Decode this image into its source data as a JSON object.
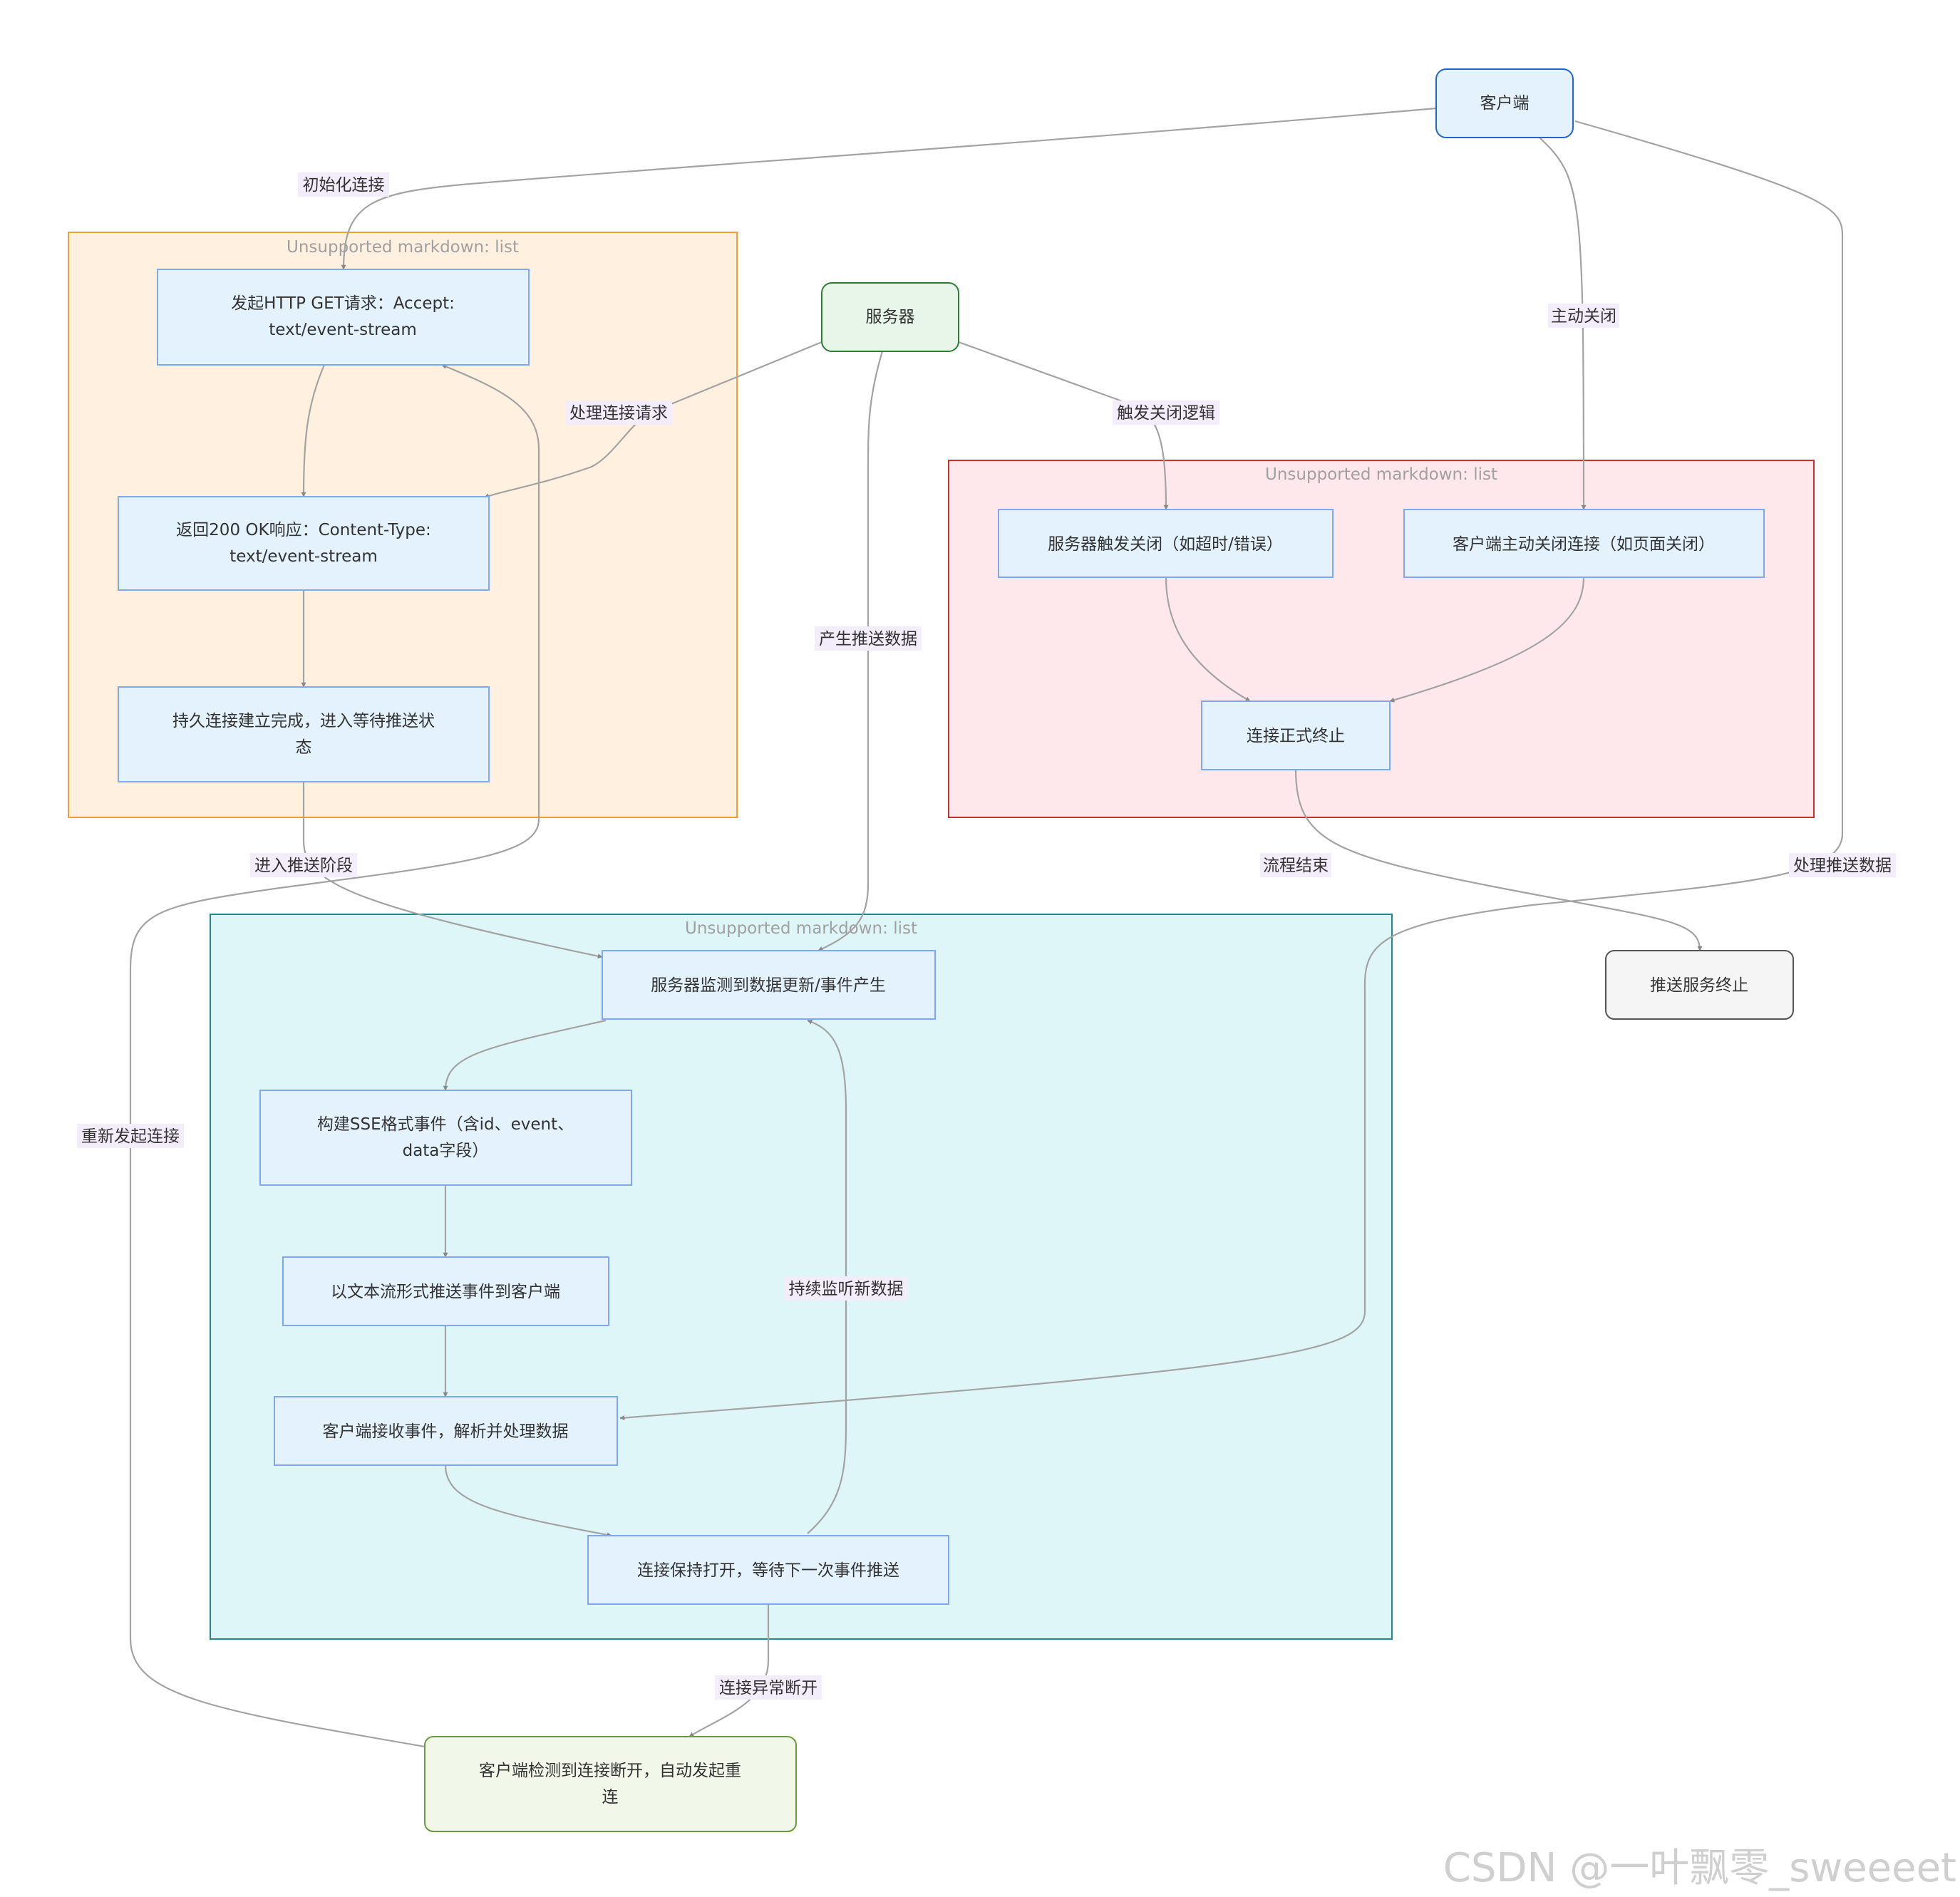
{
  "nodes": {
    "client": "客户端",
    "server": "服务器",
    "req": [
      "发起HTTP GET请求：Accept:",
      "text/event-stream"
    ],
    "resp": [
      "返回200 OK响应：Content-Type:",
      "text/event-stream"
    ],
    "persist": [
      "持久连接建立完成，进入等待推送状",
      "态"
    ],
    "srvclose": "服务器触发关闭（如超时/错误）",
    "cliclose": "客户端主动关闭连接（如页面关闭）",
    "term": "连接正式终止",
    "detect": "服务器监测到数据更新/事件产生",
    "build": [
      "构建SSE格式事件（含id、event、",
      "data字段）"
    ],
    "push": "以文本流形式推送事件到客户端",
    "recv": "客户端接收事件，解析并处理数据",
    "keep": "连接保持打开，等待下一次事件推送",
    "end": "推送服务终止",
    "reconnect": [
      "客户端检测到连接断开，自动发起重",
      "连"
    ]
  },
  "groups": {
    "g1": "Unsupported markdown: list",
    "g2": "Unsupported markdown: list",
    "g3": "Unsupported markdown: list"
  },
  "edge_labels": {
    "init": "初始化连接",
    "handle": "处理连接请求",
    "trigger": "触发关闭逻辑",
    "active_close": "主动关闭",
    "produce": "产生推送数据",
    "enter": "进入推送阶段",
    "flow_end": "流程结束",
    "process": "处理推送数据",
    "relaunch": "重新发起连接",
    "listen": "持续监听新数据",
    "abnormal": "连接异常断开"
  },
  "watermark": "CSDN @一叶飘零_sweeeet",
  "colors": {
    "group_orange_fill": "#fff0df",
    "group_orange_stroke": "#f0a030",
    "group_red_fill": "#ffe8ec",
    "group_red_stroke": "#cc3030",
    "group_cyan_fill": "#dff6f9",
    "group_cyan_stroke": "#208890",
    "node_blue_fill": "#e3f2fd",
    "node_blue_stroke": "#7fa8f0",
    "client_stroke": "#2266cc",
    "server_fill": "#e8f5e9",
    "server_stroke": "#2e7d32",
    "end_fill": "#f5f5f5",
    "end_stroke": "#555555",
    "reconnect_fill": "#f1f8e9",
    "reconnect_stroke": "#6a9a3a",
    "edge": "#a3a3a3",
    "label_bg": "#f3ecfb"
  }
}
